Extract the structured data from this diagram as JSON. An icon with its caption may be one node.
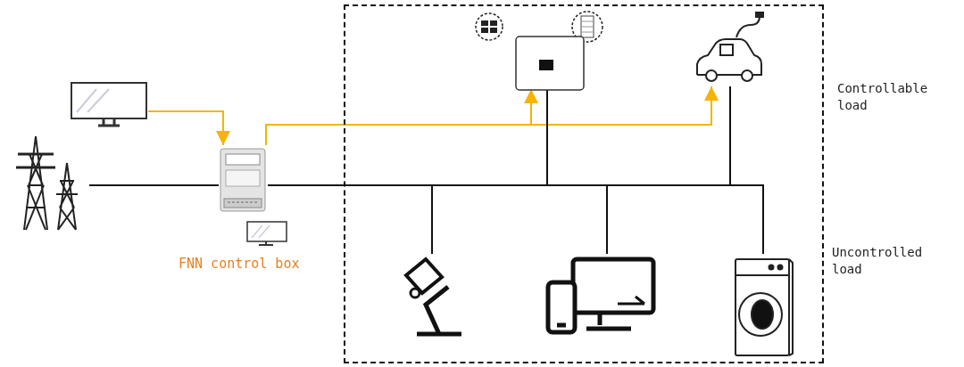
{
  "diagram": {
    "nodes": [
      {
        "text": [],
        "shape": "box"
      },
      {
        "text": [],
        "shape": "picture"
      },
      {
        "text": [],
        "shape": "picture"
      },
      {
        "text": [],
        "shape": "picture"
      },
      {
        "text": [],
        "shape": "picture"
      },
      {
        "text": [],
        "shape": "picture",
        "in": 0
      },
      {
        "text": [],
        "shape": "picture",
        "in": 0
      },
      {
        "text": [],
        "shape": "picture",
        "in": 0
      },
      {
        "text": [],
        "shape": "picture",
        "in": 0
      },
      {
        "text": [],
        "shape": "picture",
        "in": 0
      },
      {
        "text": [],
        "shape": "picture",
        "in": 0
      },
      {
        "text": [],
        "shape": "picture",
        "in": 0
      }
    ],
    "edges": [
      {
        "from": 1,
        "to": 3,
        "arrow": "none"
      },
      {
        "from": 2,
        "to": 3,
        "arrow": "to",
        "color": "#f5b400"
      },
      {
        "from": 3,
        "to": 7,
        "arrow": "to",
        "color": "#f5b400"
      },
      {
        "from": 3,
        "to": 8,
        "arrow": "to",
        "color": "#f5b400"
      },
      {
        "from": 3,
        "to": 7,
        "arrow": "none"
      },
      {
        "from": 3,
        "to": 8,
        "arrow": "none"
      },
      {
        "from": 3,
        "to": 9,
        "arrow": "none"
      },
      {
        "from": 3,
        "to": 10,
        "arrow": "none"
      },
      {
        "from": 3,
        "to": 11,
        "arrow": "none"
      }
    ],
    "labels": [
      "FNN control box",
      "Controllable load",
      "Uncontrolled load"
    ]
  }
}
